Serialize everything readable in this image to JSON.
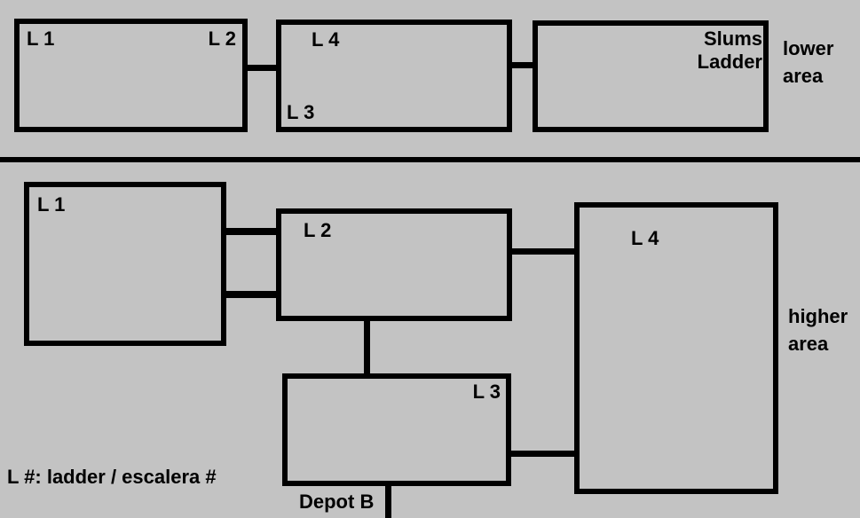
{
  "colors": {
    "background": "#c3c3c3",
    "line": "#000000",
    "text": "#000000"
  },
  "lower_area": {
    "side_label": [
      "lower",
      "area"
    ],
    "room1": {
      "ladder_topleft": "L 1",
      "ladder_topright": "L 2"
    },
    "room2": {
      "ladder_topleft": "L 4",
      "ladder_bottomleft": "L 3"
    },
    "room3": {
      "label_line1": "Slums",
      "label_line2": "Ladder"
    }
  },
  "higher_area": {
    "side_label": [
      "higher",
      "area"
    ],
    "room_l1": {
      "label": "L 1"
    },
    "room_l2": {
      "label": "L 2"
    },
    "room_l3": {
      "label": "L 3"
    },
    "room_l4": {
      "label": "L 4"
    },
    "depot_label": "Depot B"
  },
  "legend": {
    "text": "L #: ladder / escalera #"
  }
}
